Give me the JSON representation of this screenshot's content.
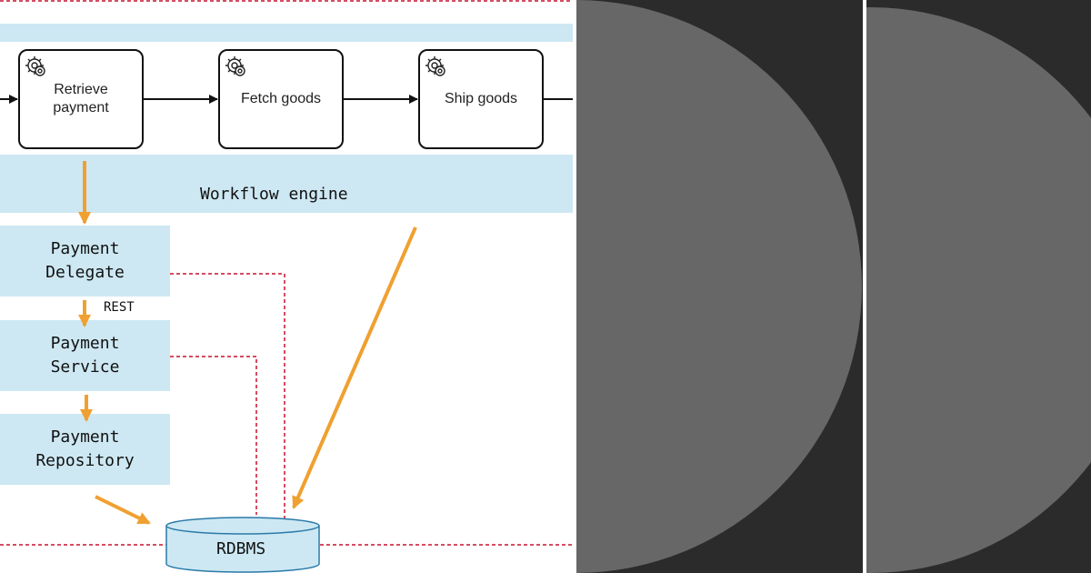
{
  "process": {
    "tasks": [
      {
        "label": "Retrieve\npayment"
      },
      {
        "label": "Fetch goods"
      },
      {
        "label": "Ship goods"
      }
    ]
  },
  "workflow_engine": {
    "label": "Workflow engine"
  },
  "components": {
    "payment_delegate": "Payment\nDelegate",
    "rest_label": "REST",
    "payment_service": "Payment\nService",
    "payment_repository": "Payment\nRepository",
    "database": "RDBMS"
  },
  "colors": {
    "band": "#cde8f3",
    "arrow": "#f0a030",
    "dashed": "#c8102e",
    "panel_bg": "#2b2b2b",
    "disc": "#676767"
  }
}
